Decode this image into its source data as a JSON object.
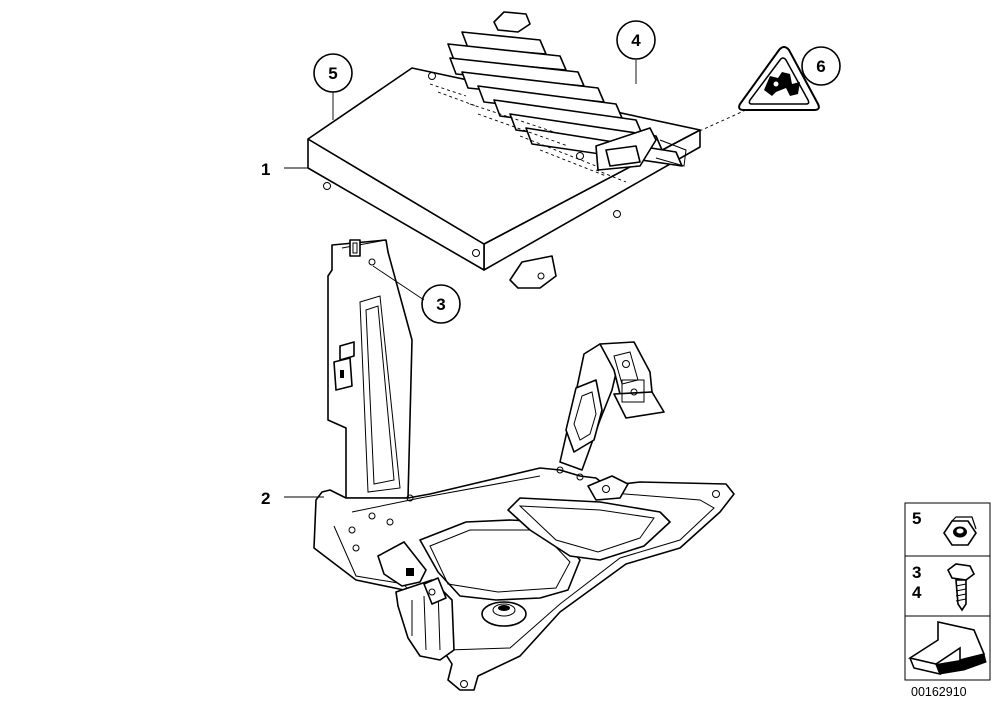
{
  "callouts": {
    "c5": "5",
    "c4": "4",
    "c6": "6",
    "c3": "3",
    "l1": "1",
    "l2": "2"
  },
  "legend": {
    "row1": "5",
    "row2a": "3",
    "row2b": "4"
  },
  "diagram_code": "00162910"
}
